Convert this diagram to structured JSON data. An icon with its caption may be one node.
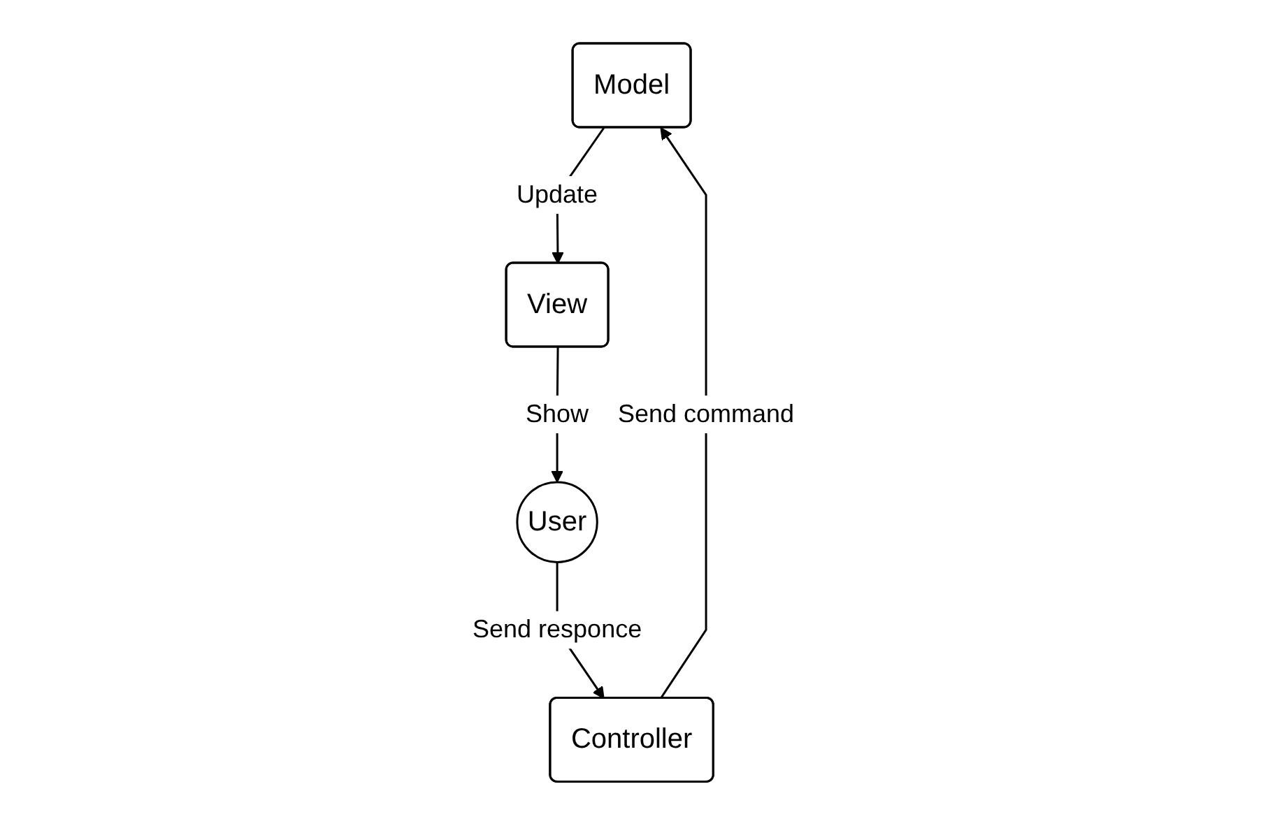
{
  "diagram": {
    "nodes": [
      {
        "text": [
          "Model"
        ]
      },
      {
        "text": [
          "View"
        ]
      },
      {
        "text": [
          "Controller"
        ]
      },
      {
        "text": [
          "User"
        ]
      }
    ],
    "edges": [
      {
        "from": 0,
        "to": 1,
        "arrow": "to",
        "label": "Update"
      },
      {
        "from": 1,
        "to": 3,
        "arrow": "to",
        "label": "Show"
      },
      {
        "from": 3,
        "to": 2,
        "arrow": "to",
        "label": "Send responce"
      },
      {
        "from": 2,
        "to": 0,
        "arrow": "to",
        "label": "Send command"
      }
    ]
  }
}
